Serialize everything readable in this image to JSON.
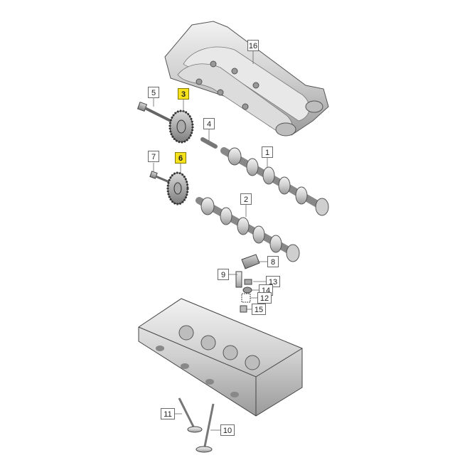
{
  "callouts": {
    "c1": "1",
    "c2": "2",
    "c3": "3",
    "c4": "4",
    "c5": "5",
    "c6": "6",
    "c7": "7",
    "c8": "8",
    "c9": "9",
    "c10": "10",
    "c11": "11",
    "c12": "12",
    "c13": "13",
    "c14": "14",
    "c15": "15",
    "c16": "16"
  },
  "highlight_color": "#f6e21a"
}
